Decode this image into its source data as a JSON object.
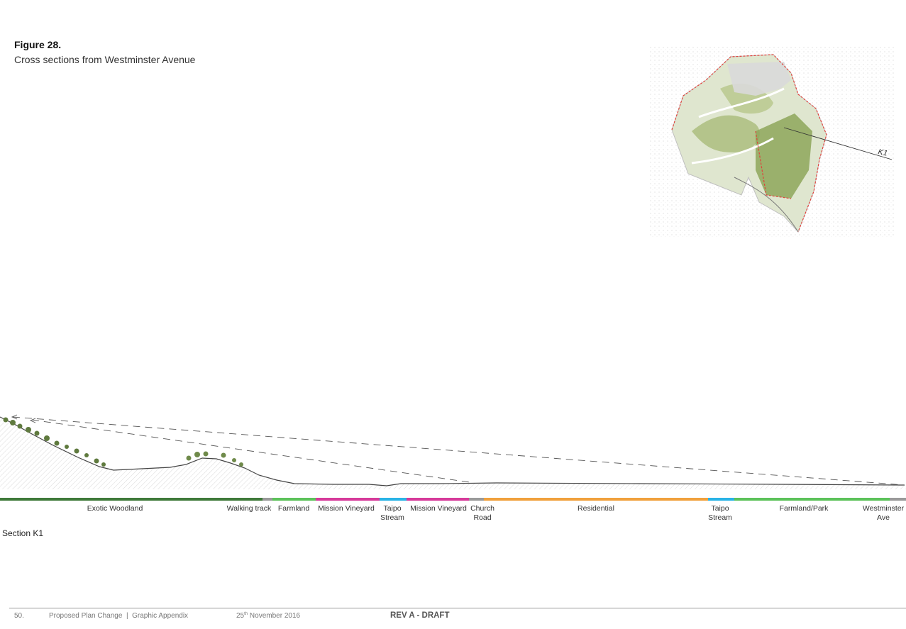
{
  "figure": {
    "title": "Figure 28.",
    "subtitle": "Cross sections from Westminster Avenue"
  },
  "keymap": {
    "section_label": "K1"
  },
  "section": {
    "title": "Section K1",
    "zones": [
      {
        "label": "Exotic Woodland",
        "color": "#3f7a3a"
      },
      {
        "label": "Walking track",
        "color": "#9a9a9a"
      },
      {
        "label": "Farmland",
        "color": "#5cc25a"
      },
      {
        "label": "Mission Vineyard",
        "color": "#d63a9a"
      },
      {
        "label": "Taipo\nStream",
        "color": "#29b3e6"
      },
      {
        "label": "Mission Vineyard",
        "color": "#d63a9a"
      },
      {
        "label": "Church\nRoad",
        "color": "#9a9a9a"
      },
      {
        "label": "Residential",
        "color": "#f0a03c"
      },
      {
        "label": "Taipo\nStream",
        "color": "#29b3e6"
      },
      {
        "label": "Farmland/Park",
        "color": "#5cc25a"
      },
      {
        "label": "Westminster\nAve",
        "color": "#9a9a9a"
      }
    ]
  },
  "footer": {
    "page_number": "50.",
    "document": "Proposed Plan Change  |  Graphic Appendix",
    "date_day": "25",
    "date_suffix": "th",
    "date_rest": " November 2016",
    "revision": "REV A - DRAFT"
  }
}
